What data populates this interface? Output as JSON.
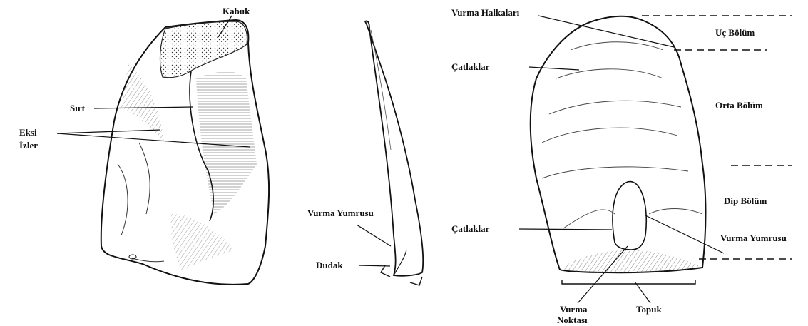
{
  "labels": {
    "kabuk": "Kabuk",
    "sirt": "Sırt",
    "eksi_line1": "Eksi",
    "eksi_line2": "İzler",
    "vurma_yumrusu_mid": "Vurma Yumrusu",
    "dudak": "Dudak",
    "vurma_halkalari": "Vurma Halkaları",
    "catlaklar_top": "Çatlaklar",
    "catlaklar_bottom": "Çatlaklar",
    "uc_bolum": "Uç Bölüm",
    "orta_bolum": "Orta Bölüm",
    "dip_bolum": "Dip Bölüm",
    "vurma_yumrusu_right": "Vurma Yumrusu",
    "vurma_noktasi_line1": "Vurma",
    "vurma_noktasi_line2": "Noktası",
    "topuk": "Topuk"
  },
  "colors": {
    "ink": "#111111",
    "cortex": "#e8e8e8",
    "shading": "#555555"
  }
}
